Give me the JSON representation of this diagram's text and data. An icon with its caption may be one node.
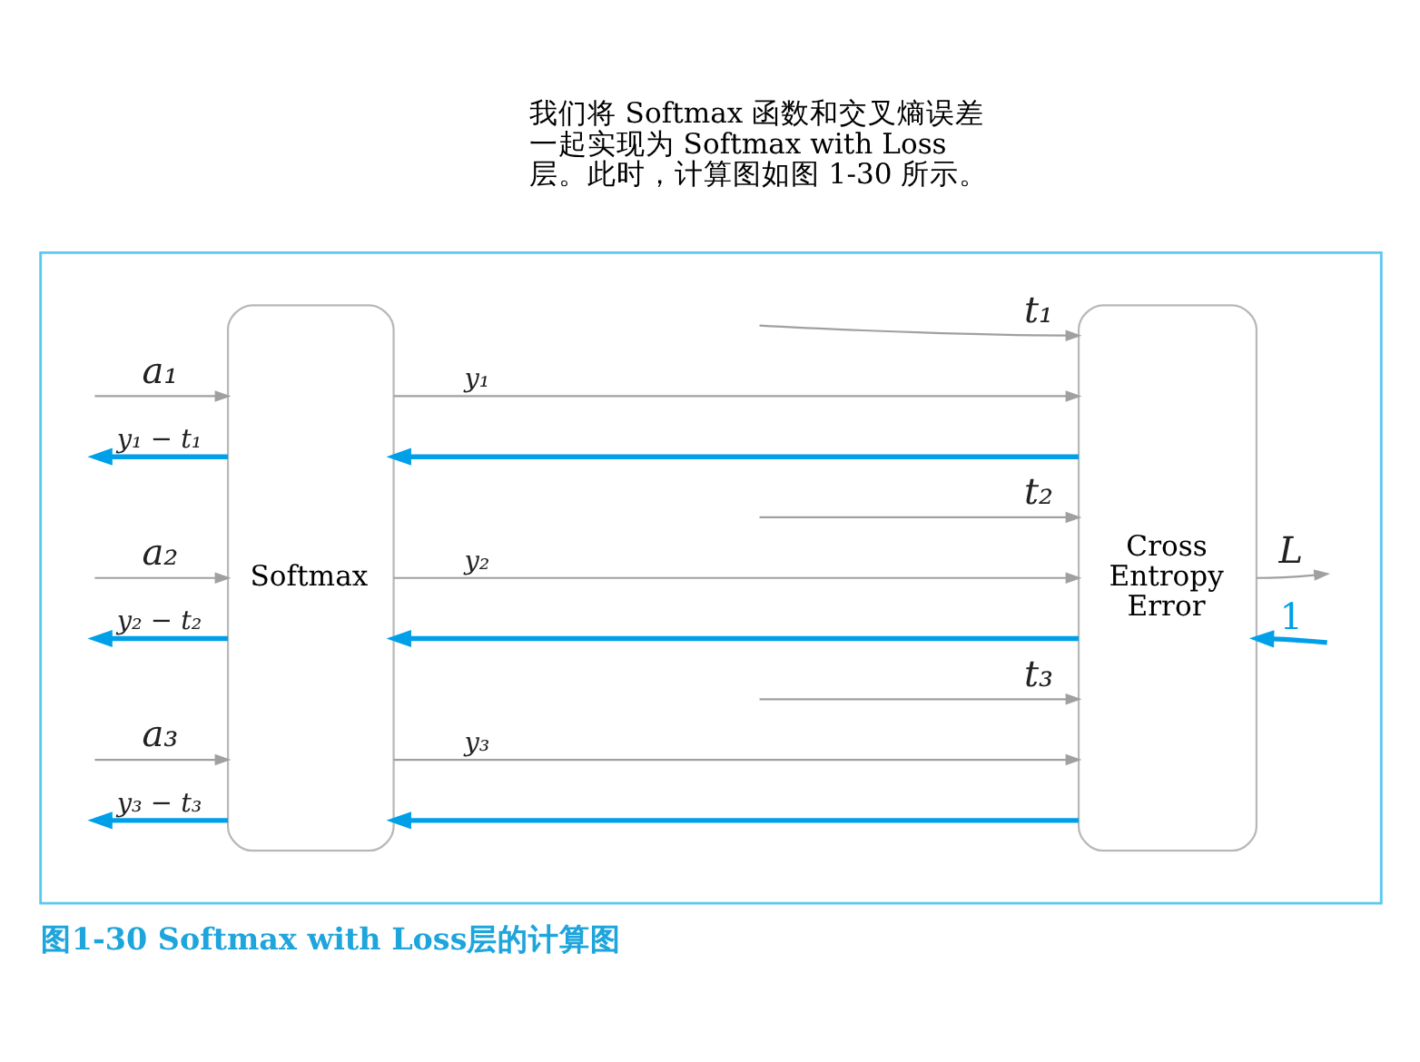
{
  "diagram": {
    "caption": "图1-30 Softmax with Loss层的计算图",
    "nodes": [
      {
        "text": [],
        "shape": "box"
      },
      {
        "text": [
          "Softmax"
        ],
        "in": 0
      },
      {
        "text": [
          "Cross Entropy Error"
        ],
        "in": 0
      }
    ],
    "edges": [
      {
        "from": null,
        "to": 1,
        "arrow": "to",
        "label": "a₁"
      },
      {
        "from": null,
        "to": 1,
        "arrow": "to",
        "label": "a₂"
      },
      {
        "from": null,
        "to": 1,
        "arrow": "to",
        "label": "a₃"
      },
      {
        "from": 1,
        "to": null,
        "arrow": "to",
        "label": "y₁ − t₁",
        "style": "thick",
        "color": "#00a0e9"
      },
      {
        "from": 1,
        "to": null,
        "arrow": "to",
        "label": "y₂ − t₂",
        "style": "thick",
        "color": "#00a0e9"
      },
      {
        "from": 1,
        "to": null,
        "arrow": "to",
        "label": "y₃ − t₃",
        "style": "thick",
        "color": "#00a0e9"
      },
      {
        "from": null,
        "to": 2,
        "arrow": "to",
        "label": "t₁"
      },
      {
        "from": 1,
        "to": 2,
        "arrow": "to",
        "label": "y₁"
      },
      {
        "from": 2,
        "to": 1,
        "arrow": "to",
        "style": "thick",
        "color": "#00a0e9"
      },
      {
        "from": null,
        "to": 2,
        "arrow": "to",
        "label": "t₂"
      },
      {
        "from": 1,
        "to": 2,
        "arrow": "to",
        "label": "y₂"
      },
      {
        "from": 2,
        "to": 1,
        "arrow": "to",
        "style": "thick",
        "color": "#00a0e9"
      },
      {
        "from": null,
        "to": 2,
        "arrow": "to",
        "label": "t₃"
      },
      {
        "from": 1,
        "to": 2,
        "arrow": "to",
        "label": "y₃"
      },
      {
        "from": 2,
        "to": 1,
        "arrow": "to",
        "style": "thick",
        "color": "#00a0e9"
      },
      {
        "from": 2,
        "to": null,
        "arrow": "to",
        "label": "L"
      },
      {
        "from": null,
        "to": 2,
        "arrow": "to",
        "label": "1",
        "style": "thick",
        "color": "#00a0e9"
      }
    ],
    "labels": [
      "我们将 Softmax 函数和交叉熵误差一起实现为 Softmax with Loss 层。此时，计算图如图 1-30 所示。"
    ]
  }
}
